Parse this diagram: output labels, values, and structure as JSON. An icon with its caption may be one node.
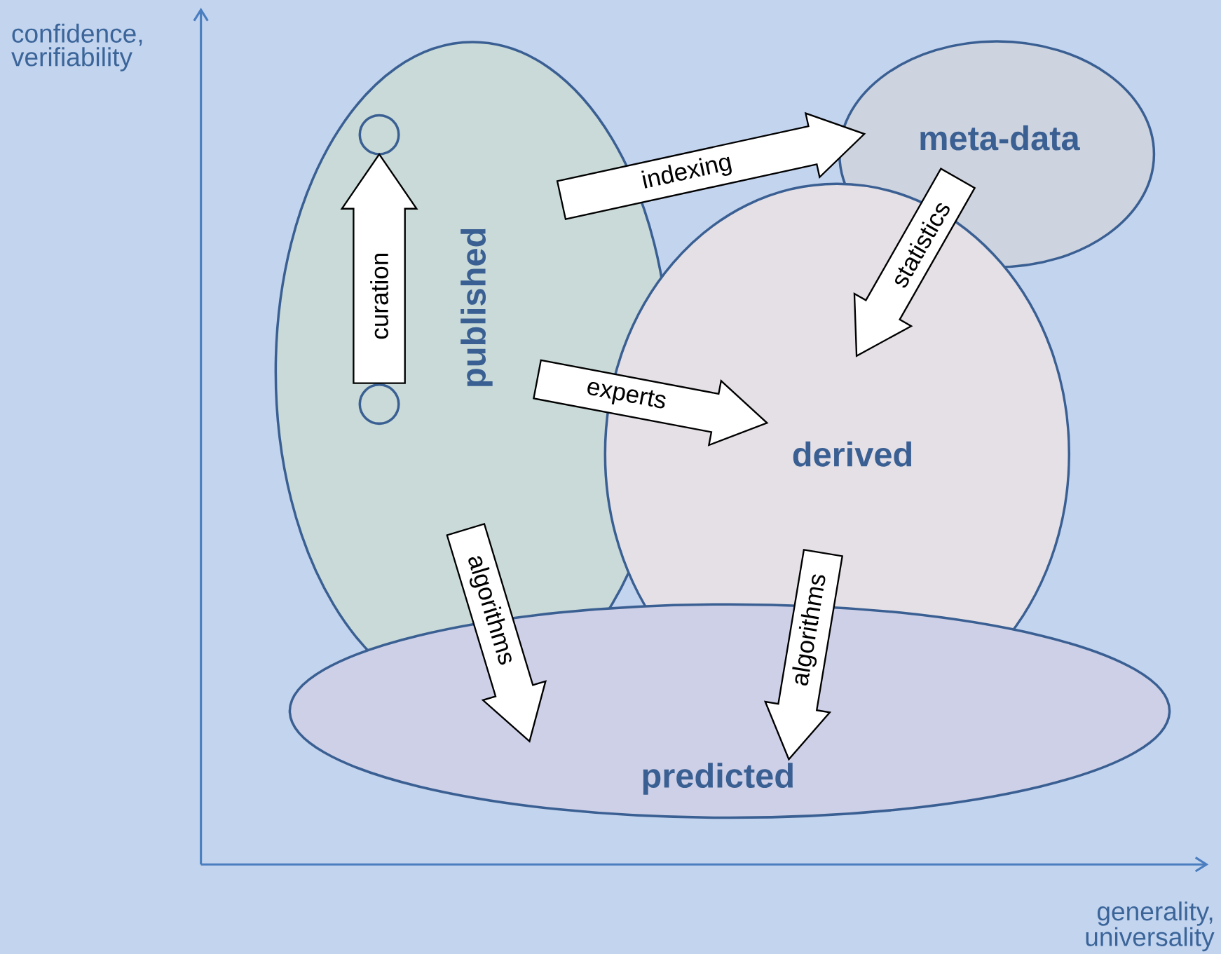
{
  "diagram": {
    "nodes": [
      {
        "text": [
          "published"
        ]
      },
      {
        "text": [
          "meta-data"
        ]
      },
      {
        "text": [
          "derived"
        ]
      },
      {
        "text": [
          "predicted"
        ]
      },
      {
        "text": [],
        "shape": "circle",
        "in": 0
      },
      {
        "text": [],
        "shape": "circle",
        "in": 0
      }
    ],
    "edges": [
      {
        "from": 5,
        "to": 4,
        "arrow": "to",
        "label": "curation"
      },
      {
        "from": 0,
        "to": 1,
        "arrow": "to",
        "label": "indexing"
      },
      {
        "from": 1,
        "to": 2,
        "arrow": "to",
        "label": "statistics"
      },
      {
        "from": 0,
        "to": 2,
        "arrow": "to",
        "label": "experts"
      },
      {
        "from": 0,
        "to": 3,
        "arrow": "to",
        "label": "algorithms"
      },
      {
        "from": 2,
        "to": 3,
        "arrow": "to",
        "label": "algorithms"
      }
    ],
    "labels": [
      "confidence, verifiability",
      "generality, universality"
    ]
  }
}
